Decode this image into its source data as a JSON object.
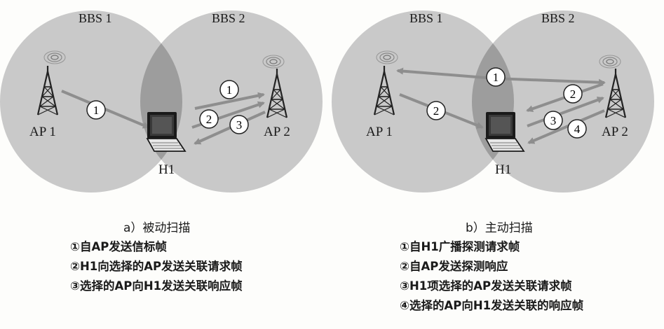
{
  "panel_a": {
    "bss1": "BBS 1",
    "bss2": "BBS 2",
    "ap1": "AP 1",
    "ap2": "AP 2",
    "host": "H1",
    "caption": "a）被动扫描",
    "markers": [
      "1",
      "1",
      "2",
      "3"
    ],
    "legend": [
      "①自AP发送信标帧",
      "②H1向选择的AP发送关联请求帧",
      "③选择的AP向H1发送关联响应帧"
    ]
  },
  "panel_b": {
    "bss1": "BBS 1",
    "bss2": "BBS 2",
    "ap1": "AP 1",
    "ap2": "AP 2",
    "host": "H1",
    "caption": "b）主动扫描",
    "markers": [
      "1",
      "2",
      "2",
      "3",
      "4"
    ],
    "legend": [
      "①自H1广播探测请求帧",
      "②自AP发送探测响应",
      "③H1项选择的AP发送关联请求帧",
      "④选择的AP向H1发送关联的响应帧"
    ]
  },
  "colors": {
    "bss_fill": "#c9c9c9",
    "overlap_fill": "#9d9d9d",
    "arrow": "#8e8e8e",
    "tower": "#222222"
  },
  "icons": [
    "antenna-tower-icon",
    "laptop-icon",
    "signal-waves-icon"
  ]
}
